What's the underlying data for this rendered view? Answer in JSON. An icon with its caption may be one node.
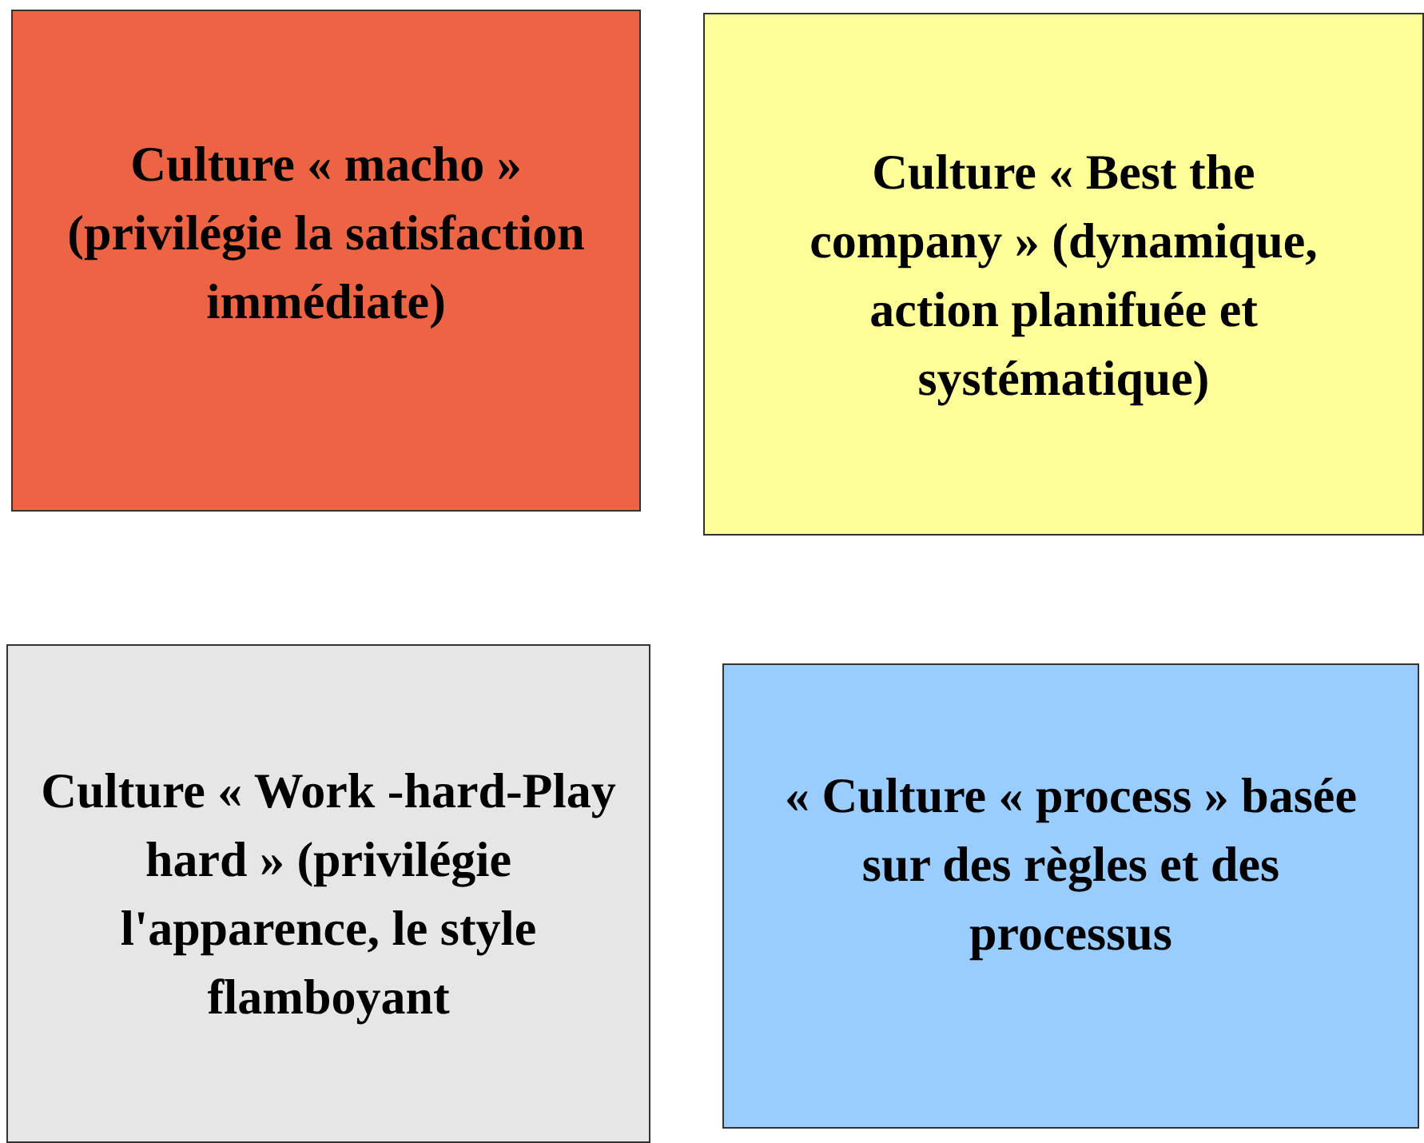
{
  "diagram": {
    "nodes": [
      {
        "text": [
          "Culture « macho » (privilégie la satisfaction immédiate)"
        ]
      },
      {
        "text": [
          "Culture « Best the company » (dynamique, action planifuée et systématique)"
        ]
      },
      {
        "text": [
          "Culture « Work -hard-Play hard » (privilégie l'apparence, le style flamboyant"
        ]
      },
      {
        "text": [
          "« Culture « process » basée sur des règles et des processus"
        ]
      }
    ]
  }
}
